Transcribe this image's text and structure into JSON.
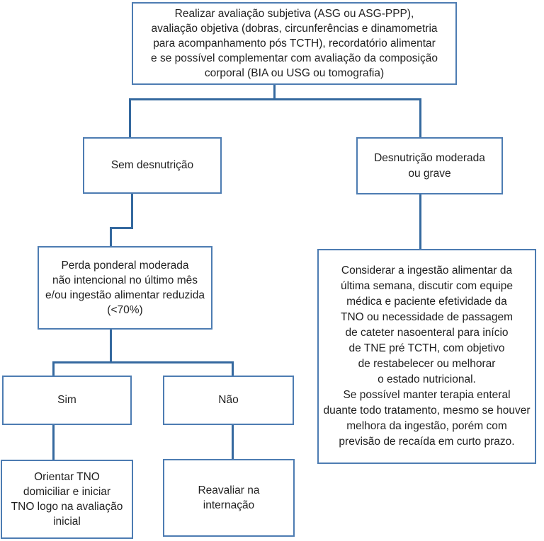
{
  "flowchart": {
    "colors": {
      "connector_line": "#35699f",
      "box_border": "#4d7cb2",
      "background": "#ffffff",
      "text": "#1f1f1f"
    },
    "nodes": {
      "assessment": {
        "text": "Realizar avaliação subjetiva (ASG ou ASG-PPP),\navaliação objetiva (dobras, circunferências e dinamometria\npara acompanhamento pós TCTH), recordatório alimentar\ne se possível complementar com avaliação da composição\ncorporal (BIA ou USG ou tomografia)"
      },
      "no_malnutrition": {
        "text": "Sem desnutrição"
      },
      "moderate_severe_malnutrition": {
        "text": "Desnutrição moderada\nou grave"
      },
      "weight_loss": {
        "text": "Perda ponderal moderada\nnão intencional no último mês\ne/ou ingestão alimentar reduzida\n(<70%)"
      },
      "yes": {
        "text": "Sim"
      },
      "no": {
        "text": "Não"
      },
      "orient_tno": {
        "text": "Orientar TNO\ndomiciliar e iniciar\nTNO logo na avaliação\ninicial"
      },
      "reassess": {
        "text": "Reavaliar na\ninternação"
      },
      "consider_intake": {
        "text": "Considerar a ingestão alimentar da\núltima semana, discutir com equipe\nmédica e paciente efetividade da\nTNO ou necessidade de passagem\nde cateter nasoenteral para início\nde TNE pré TCTH, com objetivo\nde restabelecer ou melhorar\no estado nutricional.\nSe possível manter terapia enteral\nduante todo tratamento, mesmo se houver\nmelhora da ingestão, porém com\nprevisão de recaída em curto prazo."
      }
    }
  }
}
